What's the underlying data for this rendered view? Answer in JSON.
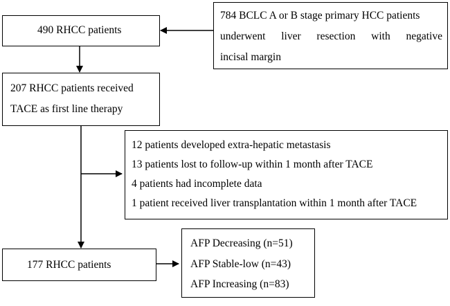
{
  "flowchart": {
    "source_box": {
      "lines": [
        "784 BCLC A or B stage primary HCC patients",
        "underwent liver resection with negative",
        "incisal margin"
      ]
    },
    "rhcc_490_box": {
      "text": "490 RHCC patients"
    },
    "tace_box": {
      "lines": [
        "207 RHCC patients received",
        "TACE as first line therapy"
      ]
    },
    "exclusion_box": {
      "lines": [
        "12 patients developed extra-hepatic metastasis",
        "13 patients lost to follow-up within 1 month after TACE",
        "4 patients had incomplete data",
        "1 patient received liver transplantation within 1 month after TACE"
      ]
    },
    "rhcc_177_box": {
      "text": "177 RHCC patients"
    },
    "afp_box": {
      "lines": [
        "AFP Decreasing (n=51)",
        "AFP Stable-low (n=43)",
        "AFP Increasing (n=83)"
      ]
    }
  }
}
